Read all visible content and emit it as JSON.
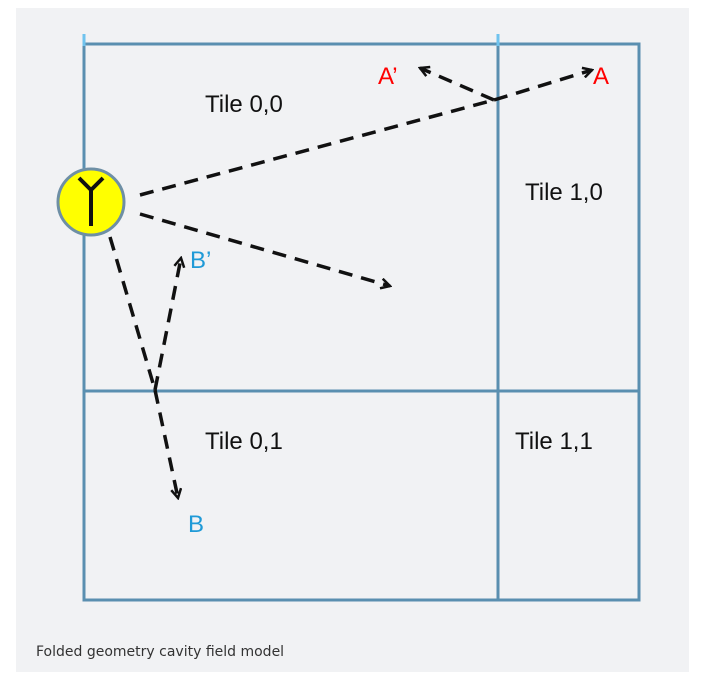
{
  "tiles": {
    "t00": "Tile 0,0",
    "t10": "Tile 1,0",
    "t01": "Tile 0,1",
    "t11": "Tile 1,1"
  },
  "points": {
    "a_prime": "A’",
    "a": "A",
    "b_prime": "B’",
    "b": "B"
  },
  "caption": "Folded geometry cavity field model",
  "colors": {
    "frame": "#5a8fb0",
    "frame_tick": "#6fc3ee",
    "antenna_fill": "#ffff00",
    "antenna_stroke": "#6e8fa5",
    "point_a": "#ff0000",
    "point_b": "#1f9ad7",
    "ray": "#111111"
  },
  "icons": {
    "antenna": "antenna-icon"
  }
}
